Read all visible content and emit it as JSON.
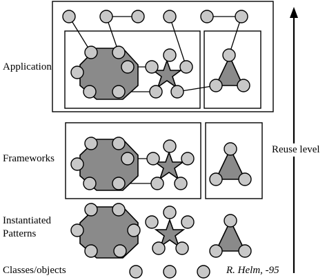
{
  "labels": {
    "application": "Application",
    "frameworks": "Frameworks",
    "instantiated_line1": "Instantiated",
    "instantiated_line2": "Patterns",
    "classes": "Classes/objects",
    "reuse": "Reuse level",
    "credit": "R. Helm, -95"
  },
  "colors": {
    "node_fill": "#c8c8c8",
    "core_fill": "#8a8a8a",
    "stroke": "#000000"
  }
}
